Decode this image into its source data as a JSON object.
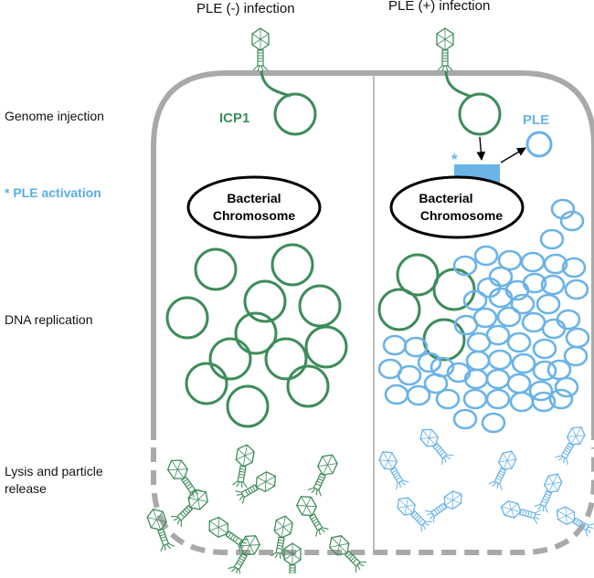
{
  "titles": {
    "left": "PLE (-) infection",
    "right": "PLE (+) infection"
  },
  "row_labels": {
    "genome_injection": "Genome injection",
    "ple_activation_star": "*",
    "ple_activation": "PLE activation",
    "dna_replication": "DNA replication",
    "lysis_line1": "Lysis and particle",
    "lysis_line2": "release"
  },
  "labels": {
    "icp1": "ICP1",
    "ple": "PLE",
    "star": "*",
    "chromosome_left_1": "Bacterial",
    "chromosome_left_2": "Chromosome",
    "chromosome_right_1": "Bacterial",
    "chromosome_right_2": "Chromosome"
  },
  "colors": {
    "icp1_green": "#3e8c5a",
    "ple_blue": "#6ab3e8",
    "cell_wall_gray": "#a9a9a9",
    "chromosome_black": "#000000"
  }
}
